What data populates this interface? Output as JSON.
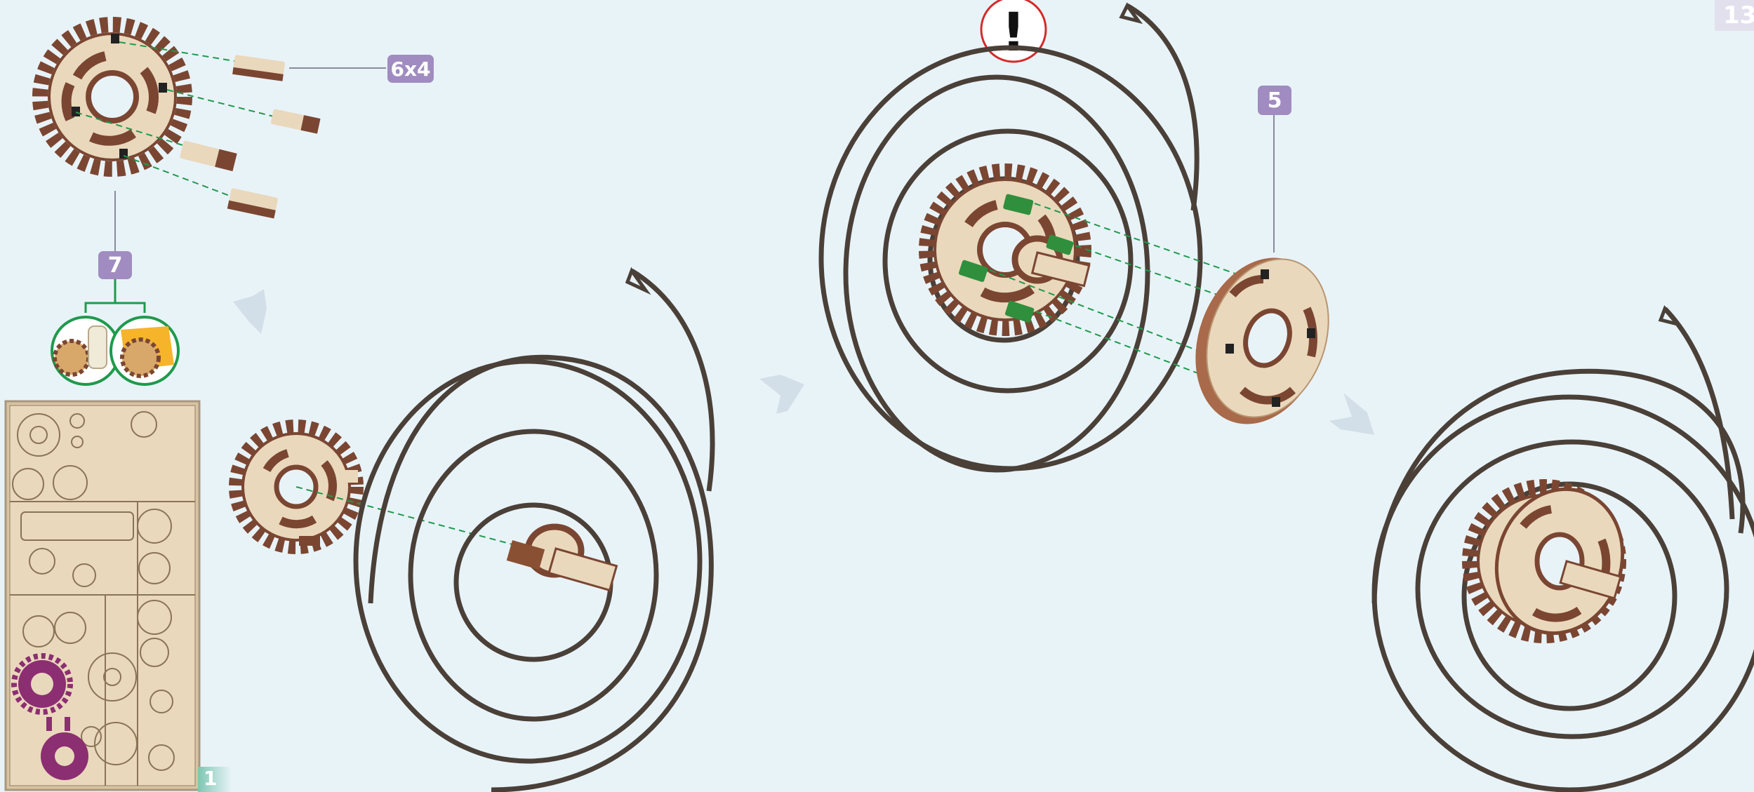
{
  "page_number": "13",
  "sheet_number": "1",
  "callouts": {
    "parts_count": "6x4",
    "step_a": "7",
    "step_b": "5",
    "warning_mark": "!"
  },
  "colors": {
    "background": "#e8f3f8",
    "wood_light": "#ead8bc",
    "wood_edge": "#7a4632",
    "spring": "#4a4038",
    "badge": "#a08cc0",
    "guide_line": "#1f9a4c",
    "green_part": "#2f8f3c",
    "warning_ring": "#d42a2a",
    "accent_purple": "#8c2e72"
  }
}
